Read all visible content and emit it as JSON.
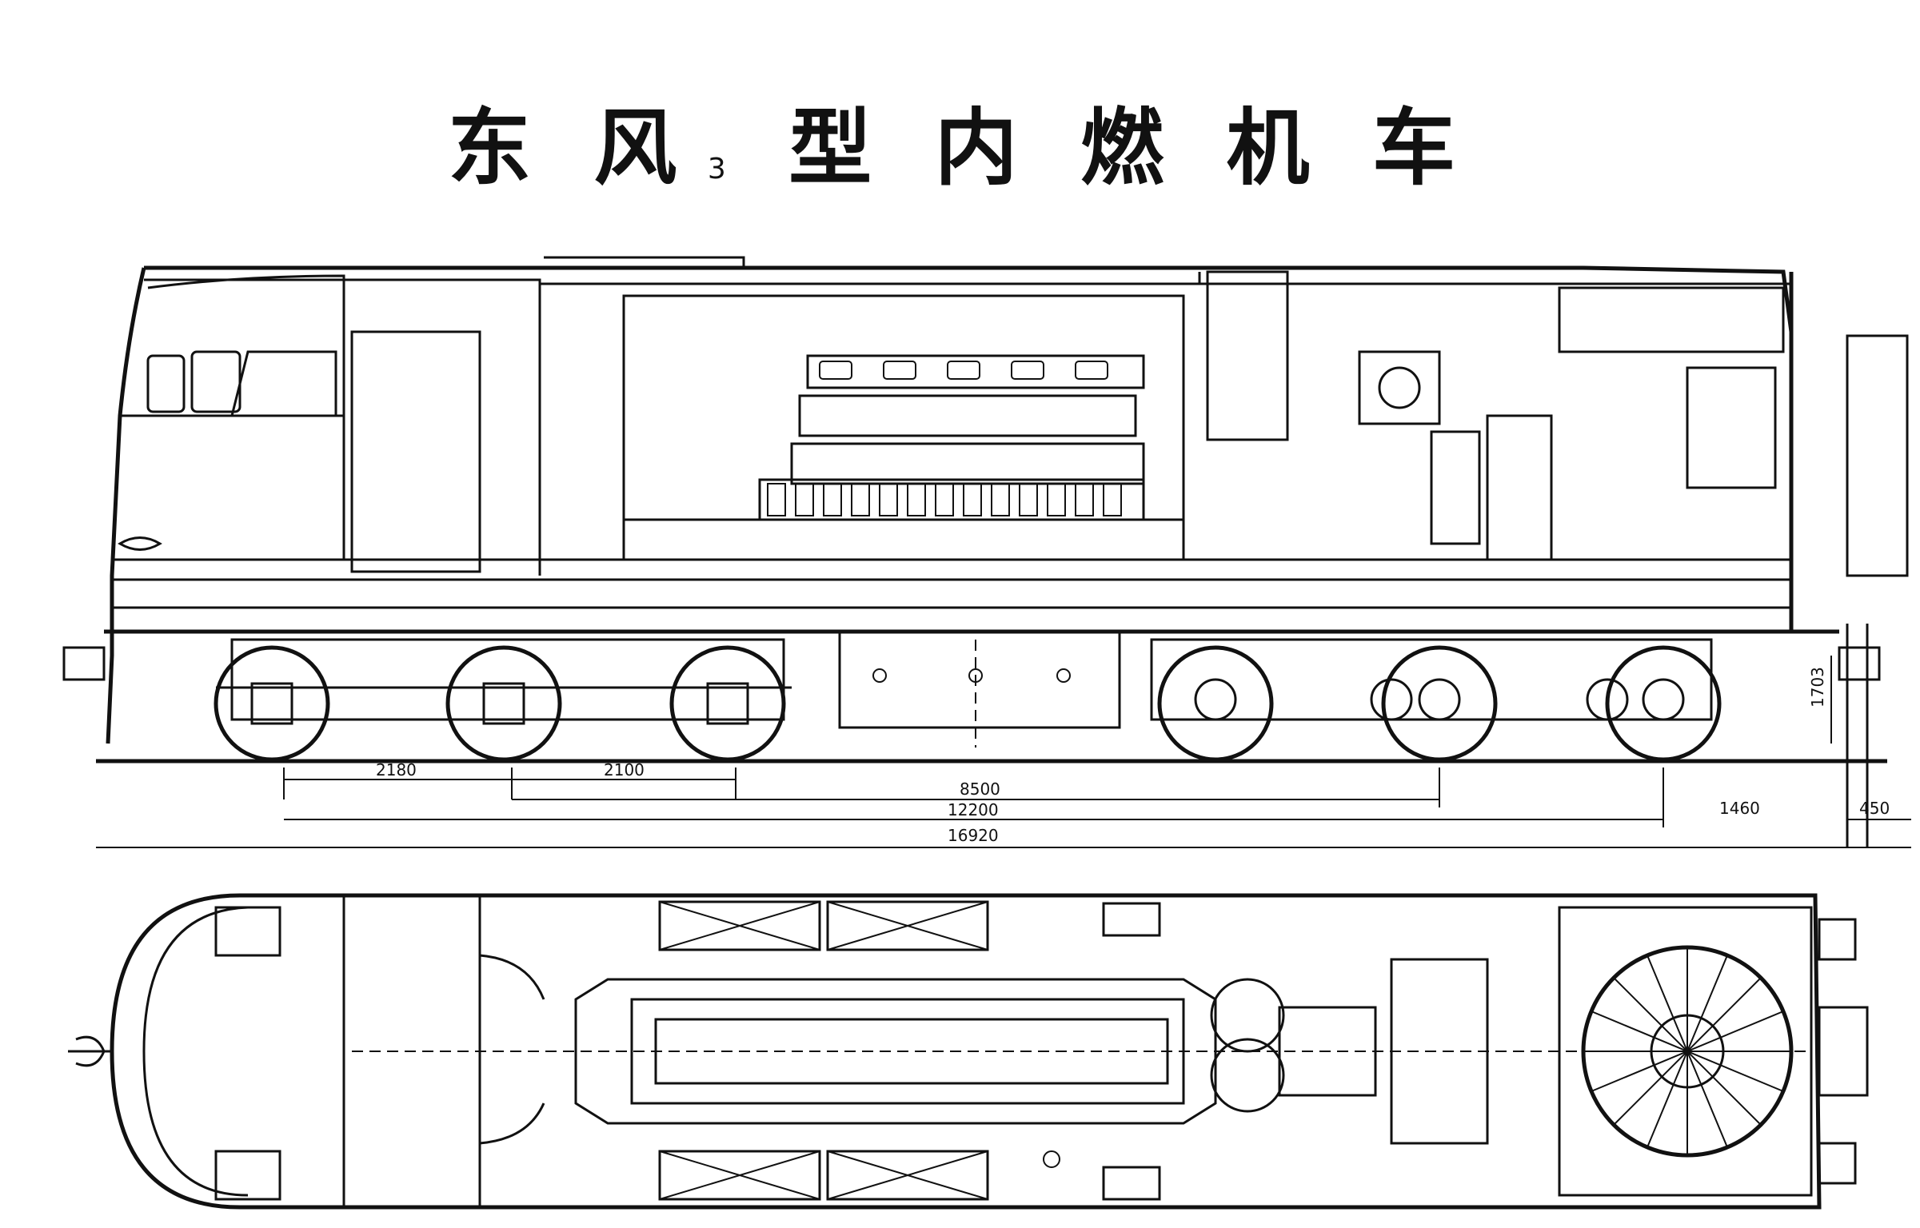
{
  "title": {
    "chars": [
      "东",
      "风",
      "3",
      "型",
      "内",
      "燃",
      "机",
      "车"
    ]
  },
  "dimensions": {
    "d1": "2180",
    "d2": "2100",
    "d3": "8500",
    "d4": "12200",
    "d5": "16920",
    "d6": "1460",
    "d7": "450",
    "d8": "1703"
  }
}
